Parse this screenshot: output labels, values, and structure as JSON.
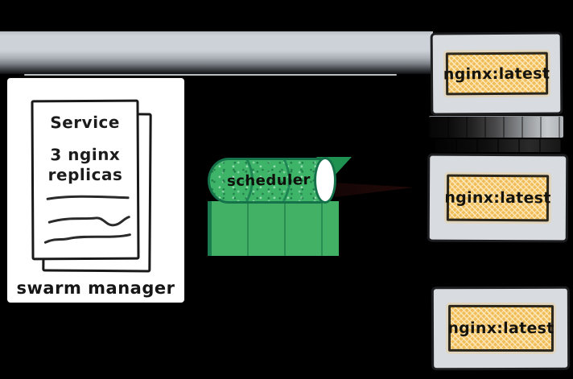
{
  "manager": {
    "caption": "swarm manager",
    "document": {
      "title": "Service",
      "lines": [
        "3 nginx",
        "replicas"
      ]
    }
  },
  "scheduler": {
    "label": "scheduler"
  },
  "nodes": [
    {
      "image": "nginx:latest"
    },
    {
      "image": "nginx:latest"
    },
    {
      "image": "nginx:latest"
    }
  ],
  "colors": {
    "background": "#000000",
    "link_bar": "#cdd2d8",
    "node_fill": "#d8dce1",
    "node_border": "#1d1e20",
    "image_box_fill": "#f1bd58",
    "scheduler_green": "#3eb469",
    "scheduler_outline": "#15724a",
    "document_fill": "#ffffff"
  }
}
